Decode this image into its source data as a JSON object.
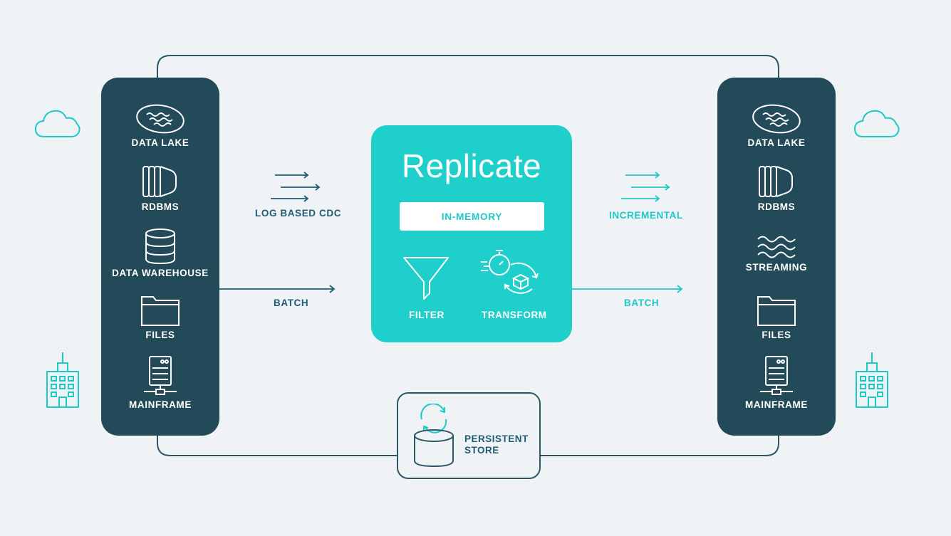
{
  "sources": {
    "items": [
      {
        "label": "DATA LAKE",
        "icon": "data-lake-icon"
      },
      {
        "label": "RDBMS",
        "icon": "rdbms-icon"
      },
      {
        "label": "DATA WAREHOUSE",
        "icon": "data-warehouse-icon"
      },
      {
        "label": "FILES",
        "icon": "folder-icon"
      },
      {
        "label": "MAINFRAME",
        "icon": "mainframe-icon"
      }
    ]
  },
  "targets": {
    "items": [
      {
        "label": "DATA LAKE",
        "icon": "data-lake-icon"
      },
      {
        "label": "RDBMS",
        "icon": "rdbms-icon"
      },
      {
        "label": "STREAMING",
        "icon": "streaming-icon"
      },
      {
        "label": "FILES",
        "icon": "folder-icon"
      },
      {
        "label": "MAINFRAME",
        "icon": "mainframe-icon"
      }
    ]
  },
  "flows": {
    "log_cdc": "LOG BASED CDC",
    "batch_in": "BATCH",
    "incremental": "INCREMENTAL",
    "batch_out": "BATCH"
  },
  "replicate": {
    "title": "Replicate",
    "memory": "IN-MEMORY",
    "filter": "FILTER",
    "transform": "TRANSFORM"
  },
  "store": {
    "line1": "PERSISTENT",
    "line2": "STORE"
  },
  "colors": {
    "background": "#eff3f6",
    "panel": "#234a58",
    "accent": "#1ecfcc",
    "dark_text": "#1f5c72"
  }
}
